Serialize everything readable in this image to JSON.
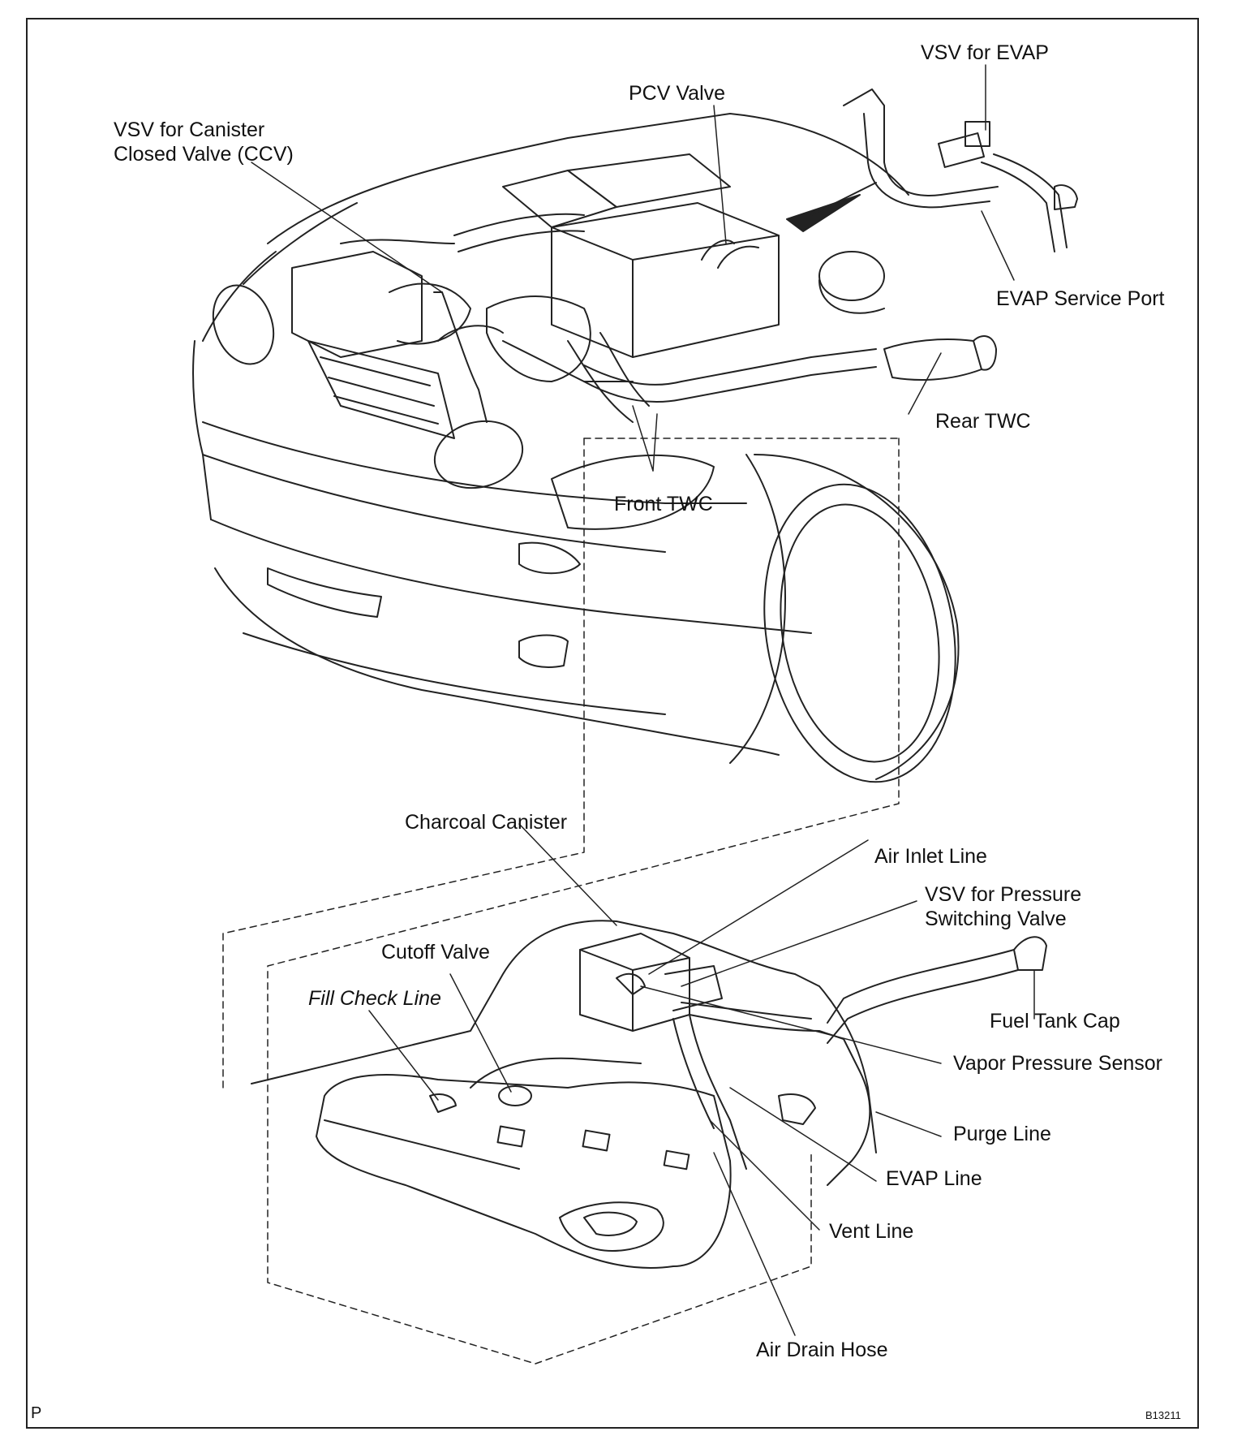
{
  "diagram": {
    "labels": {
      "vsv_evap": "VSV for EVAP",
      "pcv_valve": "PCV Valve",
      "vsv_ccv": "VSV for Canister Closed Valve (CCV)",
      "evap_service_port": "EVAP Service Port",
      "rear_twc": "Rear TWC",
      "front_twc": "Front TWC",
      "charcoal_canister": "Charcoal Canister",
      "air_inlet_line": "Air Inlet Line",
      "vsv_pressure": "VSV for Pressure Switching Valve",
      "cutoff_valve": "Cutoff Valve",
      "fill_check_line": "Fill Check Line",
      "fuel_tank_cap": "Fuel Tank Cap",
      "vapor_pressure_sensor": "Vapor Pressure Sensor",
      "purge_line": "Purge Line",
      "evap_line": "EVAP Line",
      "vent_line": "Vent Line",
      "air_drain_hose": "Air Drain Hose"
    },
    "corner_mark": "P",
    "figure_code": "B13211"
  }
}
